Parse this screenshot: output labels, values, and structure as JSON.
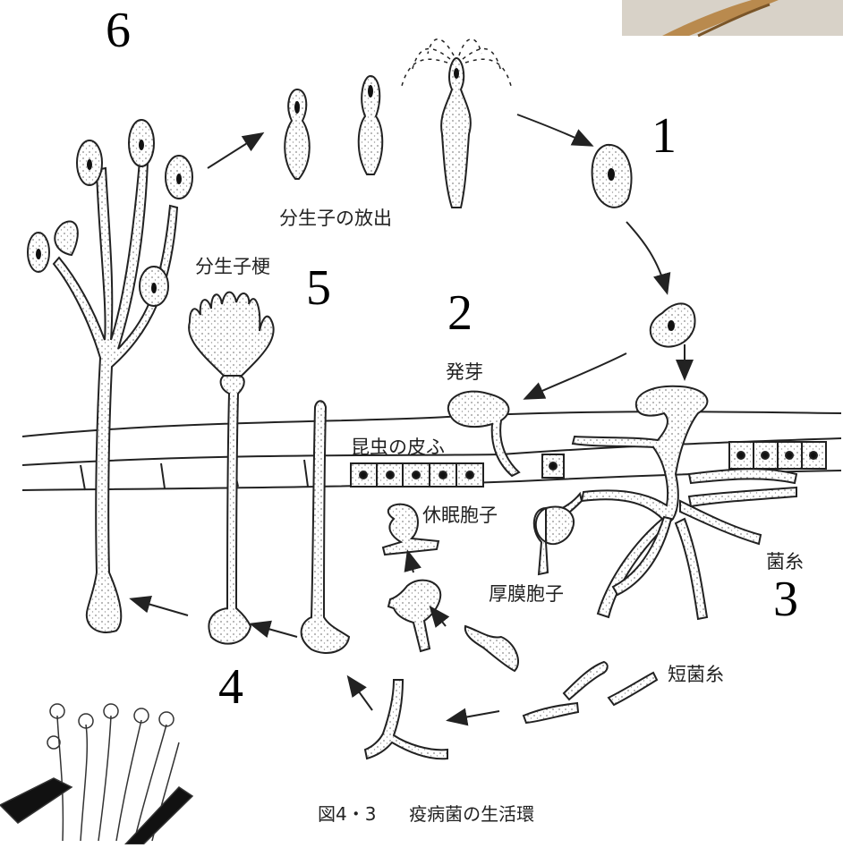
{
  "stage_numbers": [
    "1",
    "2",
    "3",
    "4",
    "5",
    "6"
  ],
  "labels": {
    "spore_release": "分生子の放出",
    "conidiophore": "分生子梗",
    "germination": "発芽",
    "insect_cuticle": "昆虫の皮ふ",
    "resting_spore": "休眠胞子",
    "thick_walled_spore": "厚膜胞子",
    "hyphae": "菌糸",
    "short_hyphae": "短菌糸"
  },
  "caption": {
    "figure_number": "図4・3",
    "title": "疫病菌の生活環"
  },
  "colors": {
    "ink": "#222222",
    "stipple": "#777777",
    "photo_tan": "#b98a4e",
    "photo_bg": "#d8d2c8"
  }
}
